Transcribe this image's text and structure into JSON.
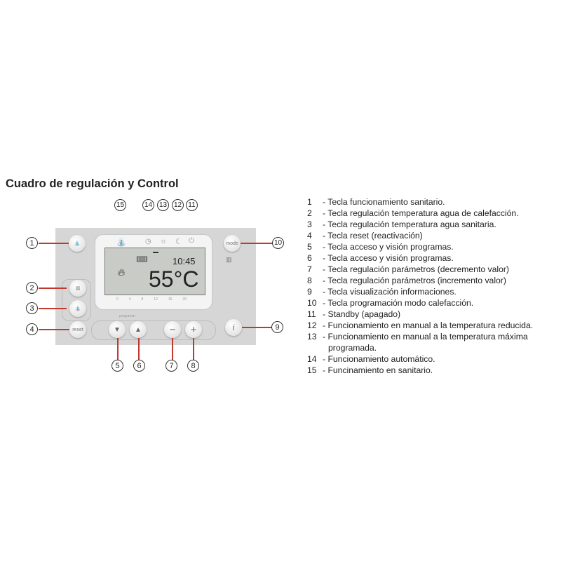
{
  "title": "Cuadro de regulación y Control",
  "display": {
    "time": "10:45",
    "temperature": "55°C",
    "hour_ticks": [
      "0",
      "4",
      "8",
      "12",
      "16",
      "20"
    ],
    "program_label": "programm"
  },
  "buttons": {
    "mode": "mode",
    "reset": "reset",
    "info": "i",
    "minus": "−",
    "plus": "+",
    "down": "▼",
    "up": "▲"
  },
  "callouts": [
    "1",
    "2",
    "3",
    "4",
    "5",
    "6",
    "7",
    "8",
    "9",
    "10",
    "11",
    "12",
    "13",
    "14",
    "15"
  ],
  "legend": [
    {
      "n": "1",
      "text": "- Tecla funcionamiento sanitario."
    },
    {
      "n": "2",
      "text": "- Tecla regulación temperatura agua de calefacción."
    },
    {
      "n": "3",
      "text": "- Tecla regulación temperatura agua sanitaria."
    },
    {
      "n": "4",
      "text": "- Tecla reset (reactivación)"
    },
    {
      "n": "5",
      "text": "- Tecla acceso y visión programas."
    },
    {
      "n": "6",
      "text": "- Tecla acceso y visión programas."
    },
    {
      "n": "7",
      "text": "- Tecla regulación parámetros (decremento valor)"
    },
    {
      "n": "8",
      "text": "- Tecla regulación parámetros (incremento valor)"
    },
    {
      "n": "9",
      "text": "- Tecla visualización informaciones."
    },
    {
      "n": "10",
      "text": "- Tecla programación modo calefacción."
    },
    {
      "n": "11",
      "text": "- Standby (apagado)"
    },
    {
      "n": "12",
      "text": "- Funcionamiento en manual a la temperatura reducida."
    },
    {
      "n": "13",
      "text": "- Funcionamiento en manual a la temperatura máxima"
    },
    {
      "n": "",
      "text": "programada."
    },
    {
      "n": "14",
      "text": "- Funcionamiento automático."
    },
    {
      "n": "15",
      "text": "- Funcinamiento en sanitario."
    }
  ],
  "colors": {
    "leader": "#c0392b",
    "panel": "#d6d6d6",
    "lcd": "#c9cbc7"
  }
}
